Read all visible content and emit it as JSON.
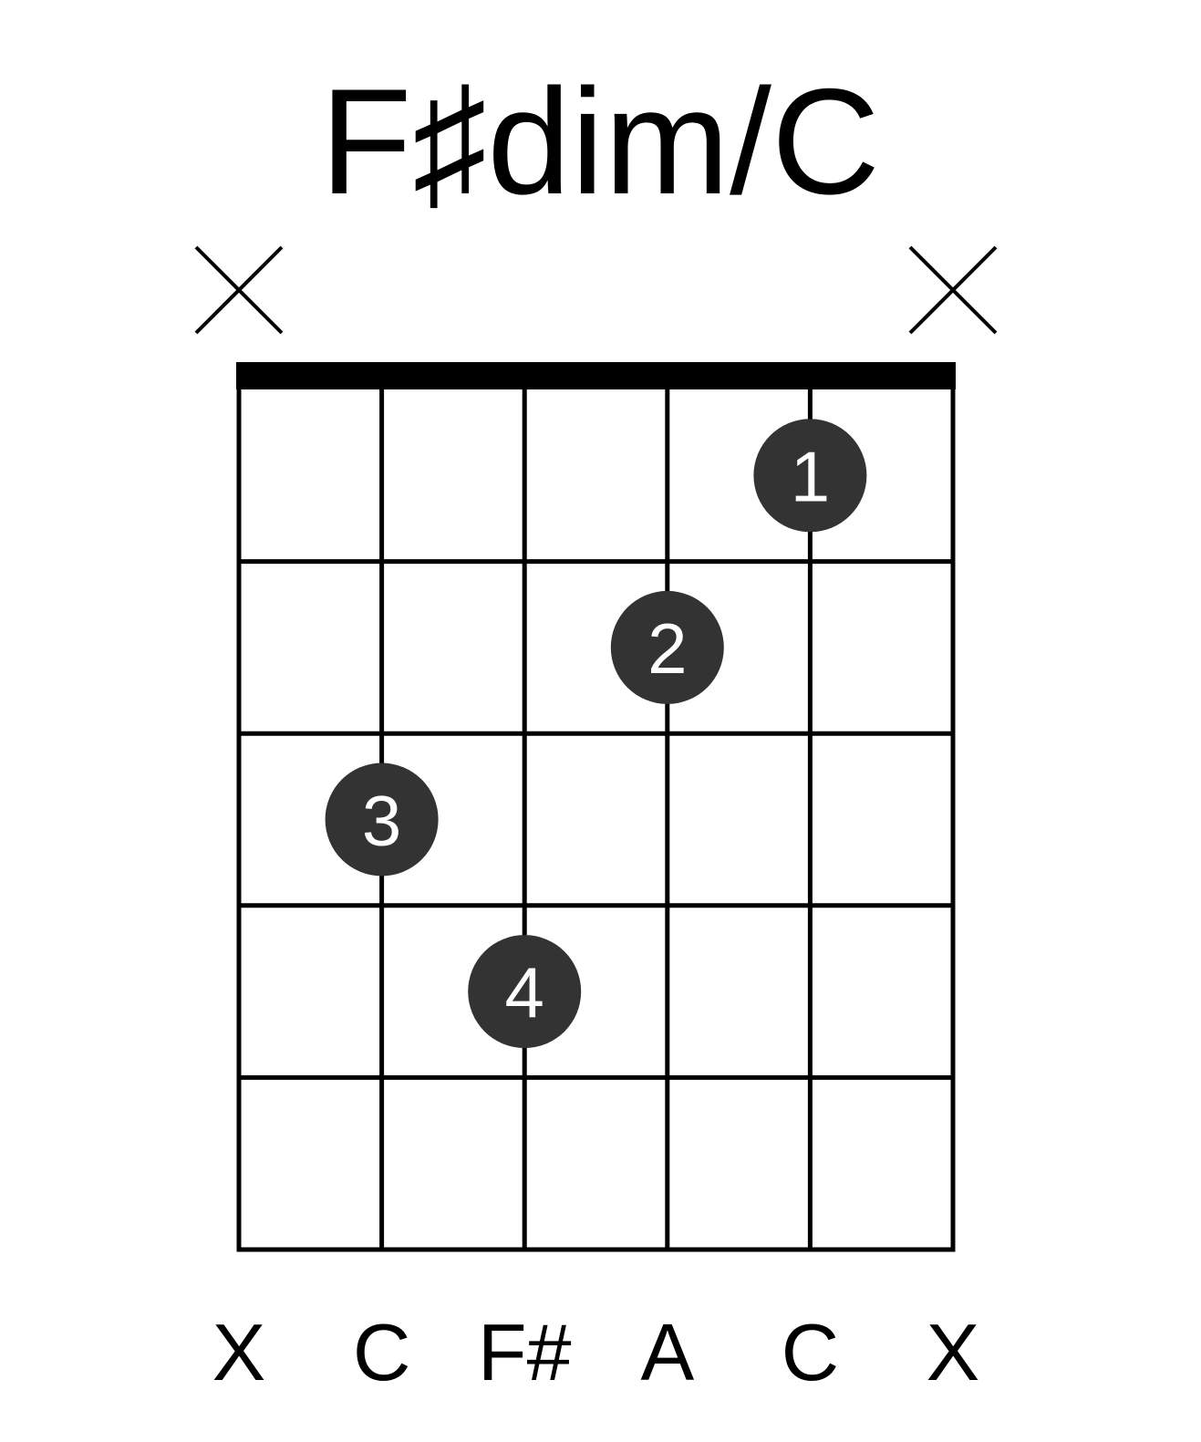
{
  "chord": {
    "name": "F♯dim/C",
    "strings": 6,
    "frets_shown": 5,
    "colors": {
      "background": "#ffffff",
      "lines": "#000000",
      "dot_fill": "#333333",
      "dot_text": "#ffffff"
    },
    "string_markers": [
      {
        "string": 1,
        "marker": "x"
      },
      {
        "string": 2,
        "marker": ""
      },
      {
        "string": 3,
        "marker": ""
      },
      {
        "string": 4,
        "marker": ""
      },
      {
        "string": 5,
        "marker": ""
      },
      {
        "string": 6,
        "marker": "x"
      }
    ],
    "fingers": [
      {
        "string": 5,
        "fret": 1,
        "finger": "1"
      },
      {
        "string": 4,
        "fret": 2,
        "finger": "2"
      },
      {
        "string": 2,
        "fret": 3,
        "finger": "3"
      },
      {
        "string": 3,
        "fret": 4,
        "finger": "4"
      }
    ],
    "notes": [
      "X",
      "C",
      "F#",
      "A",
      "C",
      "X"
    ]
  }
}
